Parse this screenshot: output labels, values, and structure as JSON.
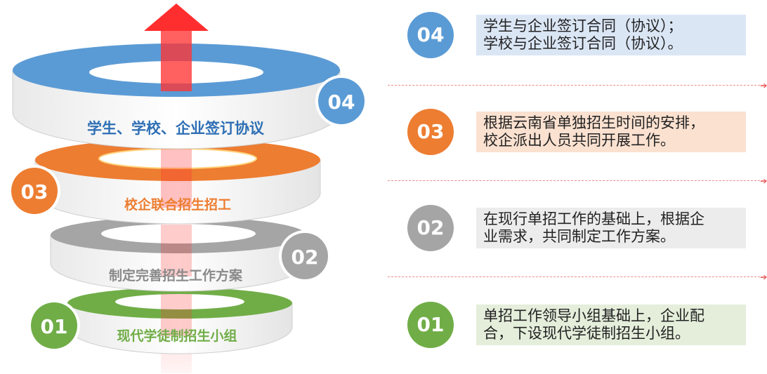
{
  "colors": {
    "blue": "#5b9bd5",
    "orange": "#ed7d31",
    "gray": "#a5a5a5",
    "green": "#70ad47",
    "arrow": "#ff3333",
    "desc_blue_bg": "#dbe6f5",
    "desc_orange_bg": "#fbe1d0",
    "desc_gray_bg": "#ececec",
    "desc_green_bg": "#e4eedb"
  },
  "layers": [
    {
      "number": "04",
      "label": "学生、学校、企业签订协议",
      "color": "blue"
    },
    {
      "number": "03",
      "label": "校企联合招生招工",
      "color": "orange"
    },
    {
      "number": "02",
      "label": "制定完善招生工作方案",
      "color": "gray"
    },
    {
      "number": "01",
      "label": "现代学徒制招生小组",
      "color": "green"
    }
  ],
  "steps": [
    {
      "number": "04",
      "line1": "学生与企业签订合同（协议）；",
      "line2": "学校与企业签订合同（协议）。",
      "color": "blue"
    },
    {
      "number": "03",
      "line1": "根据云南省单独招生时间的安排，",
      "line2": "校企派出人员共同开展工作。",
      "color": "orange"
    },
    {
      "number": "02",
      "line1": "在现行单招工作的基础上，根据企",
      "line2": "业需求，共同制定工作方案。",
      "color": "gray"
    },
    {
      "number": "01",
      "line1": "单招工作领导小组基础上，企业配",
      "line2": "合，下设现代学徒制招生小组。",
      "color": "green"
    }
  ]
}
